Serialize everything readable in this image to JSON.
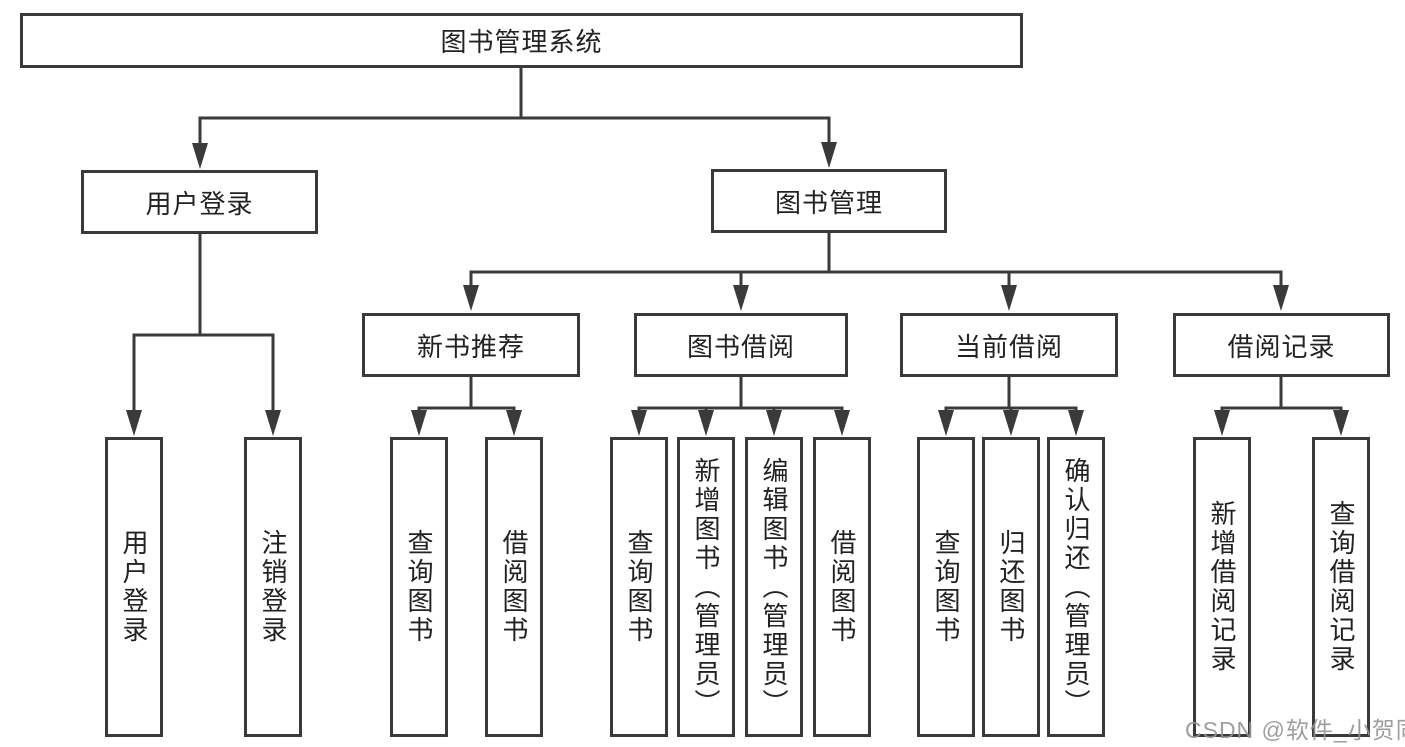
{
  "diagram": {
    "title": "图书管理系统",
    "nodes": {
      "root": "图书管理系统",
      "user_login": "用户登录",
      "book_mgmt": "图书管理",
      "new_book_rec": "新书推荐",
      "book_borrow": "图书借阅",
      "cur_borrow": "当前借阅",
      "borrow_rec": "借阅记录",
      "leaf_user_login": "用户登录",
      "leaf_logout": "注销登录",
      "leaf_nb_query": "查询图书",
      "leaf_nb_borrow": "借阅图书",
      "leaf_bb_query": "查询图书",
      "leaf_bb_add": "新增图书（管理员）",
      "leaf_bb_edit": "编辑图书（管理员）",
      "leaf_bb_borrow": "借阅图书",
      "leaf_cb_query": "查询图书",
      "leaf_cb_return": "归还图书",
      "leaf_cb_confirm": "确认归还（管理员）",
      "leaf_br_add": "新增借阅记录",
      "leaf_br_query": "查询借阅记录"
    },
    "hierarchy": {
      "root": [
        "user_login",
        "book_mgmt"
      ],
      "user_login": [
        "leaf_user_login",
        "leaf_logout"
      ],
      "book_mgmt": [
        "new_book_rec",
        "book_borrow",
        "cur_borrow",
        "borrow_rec"
      ],
      "new_book_rec": [
        "leaf_nb_query",
        "leaf_nb_borrow"
      ],
      "book_borrow": [
        "leaf_bb_query",
        "leaf_bb_add",
        "leaf_bb_edit",
        "leaf_bb_borrow"
      ],
      "cur_borrow": [
        "leaf_cb_query",
        "leaf_cb_return",
        "leaf_cb_confirm"
      ],
      "borrow_rec": [
        "leaf_br_add",
        "leaf_br_query"
      ]
    },
    "colors": {
      "line": "#3a3a3a",
      "border": "#3a3a3a",
      "text": "#222222",
      "background": "#ffffff",
      "watermark": "#949494"
    }
  },
  "watermark": {
    "text": "CSDN @软件_小贺同学"
  }
}
